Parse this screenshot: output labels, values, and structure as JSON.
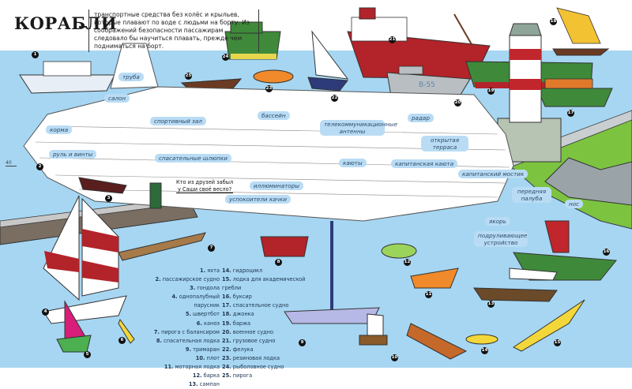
{
  "header": {
    "title": "КОРАБЛИ",
    "intro": "транспортные средства без колёс и крыльев, которые плавают по воде с людьми на борту. Из соображений безопасности пассажирам следовало бы научиться плавать, прежде чем подниматься на борт."
  },
  "page_number": "40",
  "quote": {
    "line1": "Кто из друзей забыл",
    "line2": "у Саши своё весло?"
  },
  "ship_labels": {
    "truba": "труба",
    "salon": "салон",
    "sport": "спортивный зал",
    "korma": "корма",
    "rul": "руль и винты",
    "shlyupki": "спасательные шлюпки",
    "bassein": "бассейн",
    "antenny": "телекоммуникационные антенны",
    "radar": "радар",
    "terrasa": "открытая терраса",
    "kayuty": "каюты",
    "kap_kayuta": "капитанская каюта",
    "most": "капитанский мостик",
    "illuminatory": "иллюминаторы",
    "uspokoiteli": "успокоители качки",
    "paluba": "передняя палуба",
    "nos": "нос",
    "yakor": "якорь",
    "podrul": "подруливающее устройство"
  },
  "legend": [
    {
      "n": "1.",
      "name": "яхта"
    },
    {
      "n": "2.",
      "name": "пассажирское судно"
    },
    {
      "n": "3.",
      "name": "гондола"
    },
    {
      "n": "4.",
      "name": "однопалубный парусник"
    },
    {
      "n": "5.",
      "name": "швертбот"
    },
    {
      "n": "6.",
      "name": "каноэ"
    },
    {
      "n": "7.",
      "name": "пирога с балансиром"
    },
    {
      "n": "8.",
      "name": "спасательная лодка"
    },
    {
      "n": "9.",
      "name": "тримаран"
    },
    {
      "n": "10.",
      "name": "плот"
    },
    {
      "n": "11.",
      "name": "моторная лодка"
    },
    {
      "n": "12.",
      "name": "барка"
    },
    {
      "n": "13.",
      "name": "сампан"
    },
    {
      "n": "14.",
      "name": "гидроцикл"
    },
    {
      "n": "15.",
      "name": "лодка для академической гребли"
    },
    {
      "n": "16.",
      "name": "буксир"
    },
    {
      "n": "17.",
      "name": "спасательное судно"
    },
    {
      "n": "18.",
      "name": "джонка"
    },
    {
      "n": "19.",
      "name": "баржа"
    },
    {
      "n": "20.",
      "name": "военное судно"
    },
    {
      "n": "21.",
      "name": "грузовое судно"
    },
    {
      "n": "22.",
      "name": "фелука"
    },
    {
      "n": "23.",
      "name": "резиновая лодка"
    },
    {
      "n": "24.",
      "name": "рыболовное судно"
    },
    {
      "n": "25.",
      "name": "пирога"
    }
  ],
  "badges": [
    "1",
    "2",
    "3",
    "4",
    "5",
    "6",
    "7",
    "8",
    "9",
    "10",
    "11",
    "12",
    "13",
    "14",
    "15",
    "16",
    "17",
    "18",
    "19",
    "20",
    "21",
    "22",
    "23",
    "24",
    "25"
  ],
  "warship_hull_number": "B-55",
  "colors": {
    "water": "#a6d6f2",
    "label_bg": "#b9dcf4",
    "label_text": "#2c4a6a",
    "red_hull": "#b2232a",
    "green_hull": "#3f8a3a",
    "grass": "#7cc440"
  }
}
